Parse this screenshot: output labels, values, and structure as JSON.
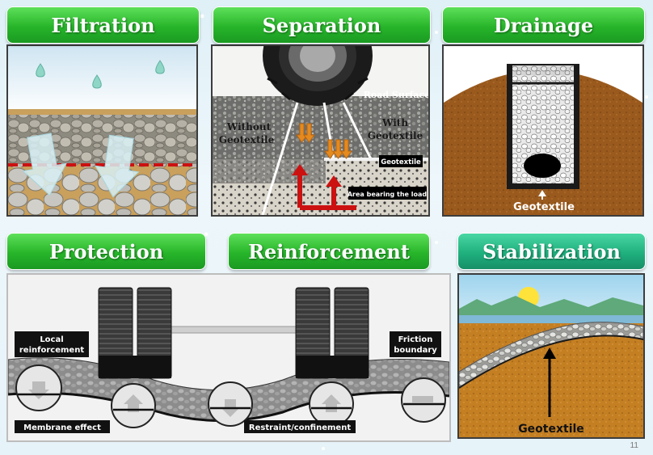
{
  "panels": {
    "filtration": {
      "title": "Filtration"
    },
    "separation": {
      "title": "Separation",
      "road_surface": "Road Surface",
      "without_line1": "Without",
      "without_line2": "Geotextile",
      "with_line1": "With",
      "with_line2": "Geotextile",
      "geotextile_tag": "Geotextile",
      "area_tag": "Area bearing the load"
    },
    "drainage": {
      "title": "Drainage",
      "geotextile_label": "Geotextile"
    },
    "protection": {
      "title": "Protection"
    },
    "reinforcement": {
      "title": "Reinforcement",
      "local_line1": "Local",
      "local_line2": "reinforcement",
      "membrane": "Membrane effect",
      "restraint": "Restraint/confinement",
      "friction_line1": "Friction",
      "friction_line2": "boundary"
    },
    "stabilization": {
      "title": "Stabilization",
      "geotextile_label": "Geotextile"
    }
  },
  "page_number": "11",
  "colors": {
    "header_green": "#27b52a",
    "header_teal": "#1fb07e",
    "soil_brown": "#9a5a1e",
    "geotextile_red": "#cc1111",
    "arrow_orange": "#e58a1f"
  }
}
